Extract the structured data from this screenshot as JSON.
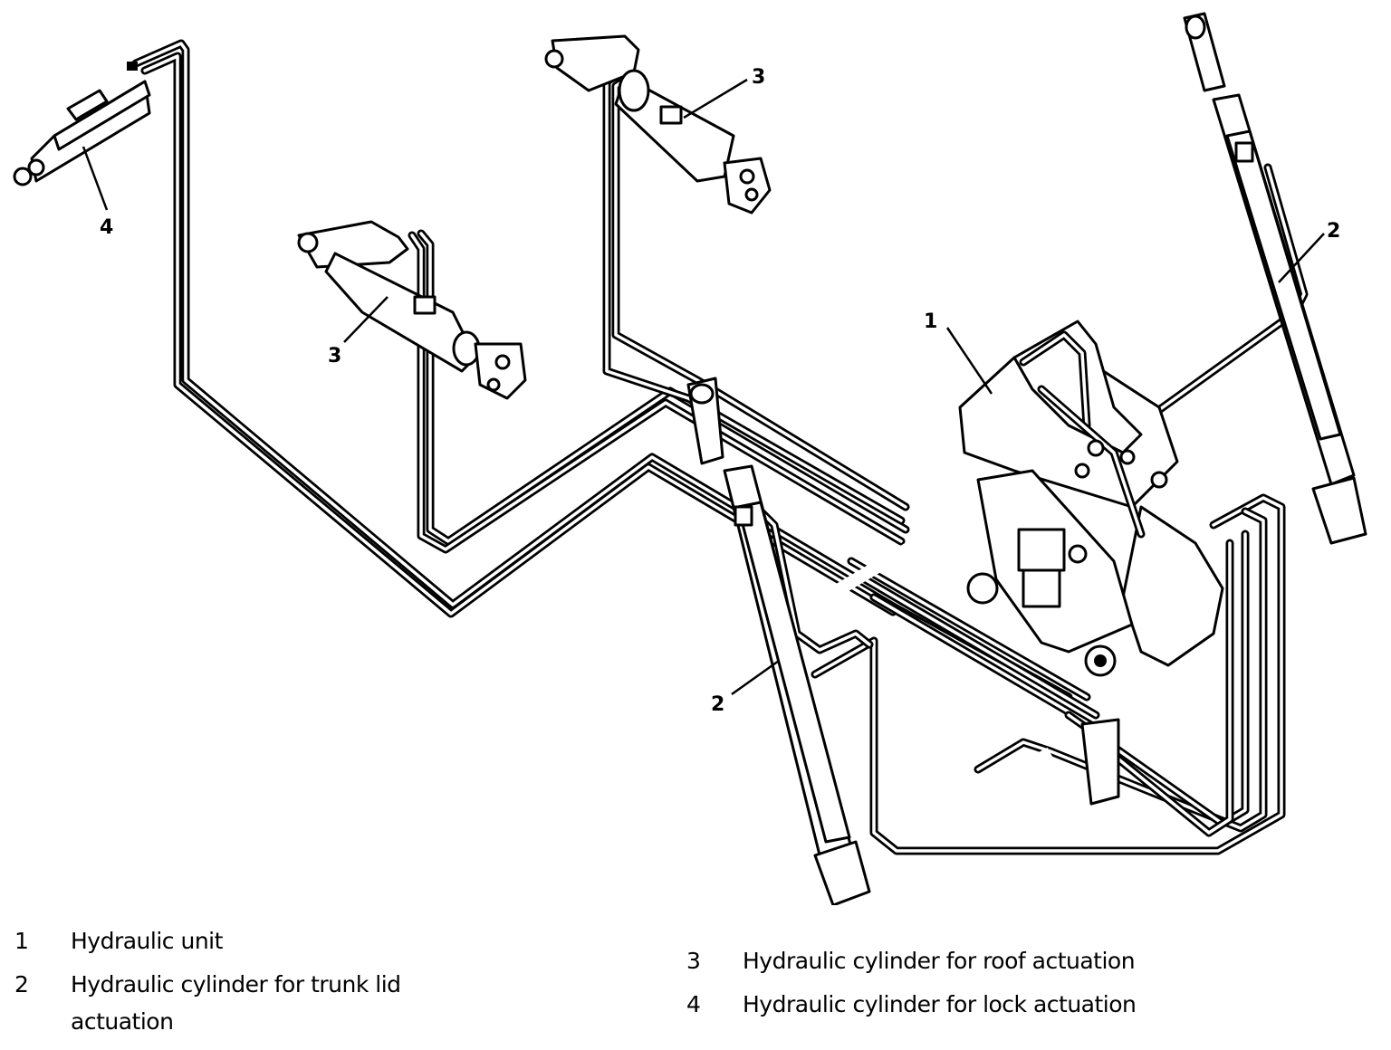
{
  "callouts": [
    "1",
    "2",
    "2",
    "3",
    "3",
    "4"
  ],
  "legend": [
    {
      "num": "1",
      "text": "Hydraulic unit"
    },
    {
      "num": "2",
      "text": "Hydraulic cylinder for trunk lid actuation"
    },
    {
      "num": "3",
      "text": "Hydraulic cylinder for roof actuation"
    },
    {
      "num": "4",
      "text": "Hydraulic cylinder for lock actuation"
    }
  ]
}
